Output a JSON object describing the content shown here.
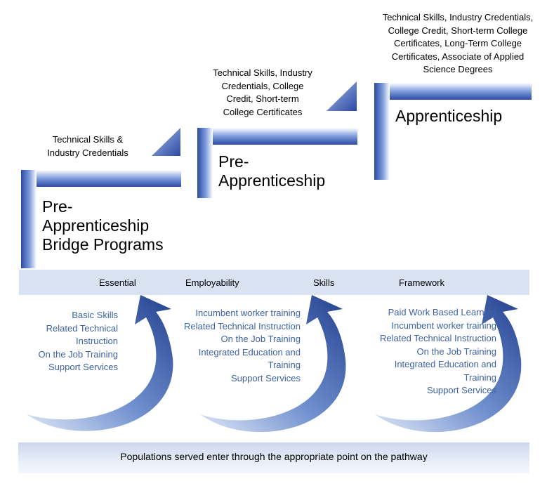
{
  "steps": [
    {
      "title_lines": [
        "Pre-",
        "Apprenticeship",
        "Bridge Programs"
      ],
      "credentials": [
        "Technical Skills &",
        "Industry Credentials"
      ]
    },
    {
      "title_lines": [
        "Pre-",
        "Apprenticeship"
      ],
      "credentials": [
        "Technical Skills, Industry",
        "Credentials, College",
        "Credit, Short-term",
        "College Certificates"
      ]
    },
    {
      "title_lines": [
        "Apprenticeship"
      ],
      "credentials": [
        "Technical Skills, Industry Credentials,",
        "College Credit, Short-term College",
        "Certificates, Long-Term College",
        "Certificates, Associate of Applied",
        "Science Degrees"
      ]
    }
  ],
  "band": {
    "labels": [
      "Essential",
      "Employability",
      "Skills",
      "Framework"
    ]
  },
  "services": [
    [
      "Basic Skills",
      "Related Technical",
      "Instruction",
      "On the Job Training",
      "Support Services"
    ],
    [
      "Incumbent worker training",
      "Related Technical Instruction",
      "On the Job Training",
      "Integrated Education and",
      "Training",
      "Support Services"
    ],
    [
      "Paid Work Based Learning",
      "Incumbent worker training",
      "Related Technical Instruction",
      "On the Job Training",
      "Integrated Education and",
      "Training",
      "Support Services"
    ]
  ],
  "footer": {
    "text": "Populations served enter through the appropriate point on the pathway"
  },
  "colors": {
    "step_blue": "#3556b0",
    "band": "#d9e2f1",
    "service_text": "#3d63a4"
  }
}
